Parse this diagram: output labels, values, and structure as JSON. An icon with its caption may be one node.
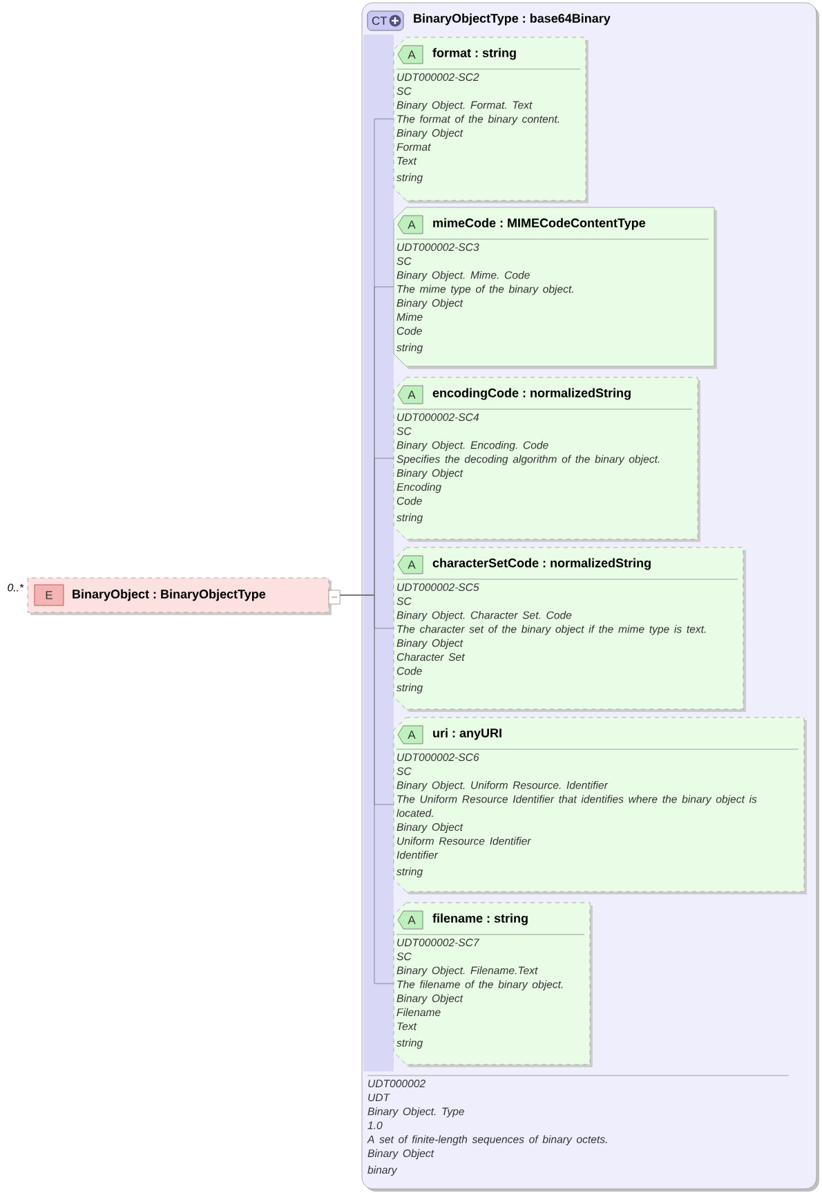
{
  "diagram": {
    "nodes": [
      {
        "text": [
          "E",
          "BinaryObject : BinaryObjectType"
        ],
        "beside": [
          "0..*"
        ]
      },
      {
        "text": [
          "CT",
          "BinaryObjectType : base64Binary",
          "UDT000002",
          "UDT",
          "Binary Object. Type",
          "1.0",
          "A set of finite-length sequences of binary octets.",
          "Binary Object",
          "binary"
        ]
      },
      {
        "text": [
          "A",
          "format : string",
          "UDT000002-SC2",
          "SC",
          "Binary Object. Format. Text",
          "The format of the binary content.",
          "Binary Object",
          "Format",
          "Text",
          "string"
        ],
        "in": 1
      },
      {
        "text": [
          "A",
          "mimeCode : MIMECodeContentType",
          "UDT000002-SC3",
          "SC",
          "Binary Object. Mime. Code",
          "The mime type of the binary object.",
          "Binary Object",
          "Mime",
          "Code",
          "string"
        ],
        "in": 1
      },
      {
        "text": [
          "A",
          "encodingCode : normalizedString",
          "UDT000002-SC4",
          "SC",
          "Binary Object. Encoding. Code",
          "Specifies the decoding algorithm of the binary object.",
          "Binary Object",
          "Encoding",
          "Code",
          "string"
        ],
        "in": 1
      },
      {
        "text": [
          "A",
          "characterSetCode : normalizedString",
          "UDT000002-SC5",
          "SC",
          "Binary Object. Character Set. Code",
          "The character set of the binary object if the mime type is text.",
          "Binary Object",
          "Character Set",
          "Code",
          "string"
        ],
        "in": 1
      },
      {
        "text": [
          "A",
          "uri : anyURI",
          "UDT000002-SC6",
          "SC",
          "Binary Object. Uniform Resource. Identifier",
          "The Uniform Resource Identifier that identifies where the binary object is located.",
          "Binary Object",
          "Uniform Resource Identifier",
          "Identifier",
          "string"
        ],
        "in": 1
      },
      {
        "text": [
          "A",
          "filename : string",
          "UDT000002-SC7",
          "SC",
          "Binary Object. Filename.Text",
          "The filename of the binary object.",
          "Binary Object",
          "Filename",
          "Text",
          "string"
        ],
        "in": 1
      }
    ],
    "edges": [
      {
        "from": 0,
        "to": 2,
        "arrow": "none"
      },
      {
        "from": 0,
        "to": 3,
        "arrow": "none"
      },
      {
        "from": 0,
        "to": 4,
        "arrow": "none"
      },
      {
        "from": 0,
        "to": 5,
        "arrow": "none"
      },
      {
        "from": 0,
        "to": 6,
        "arrow": "none"
      },
      {
        "from": 0,
        "to": 7,
        "arrow": "none"
      }
    ]
  }
}
